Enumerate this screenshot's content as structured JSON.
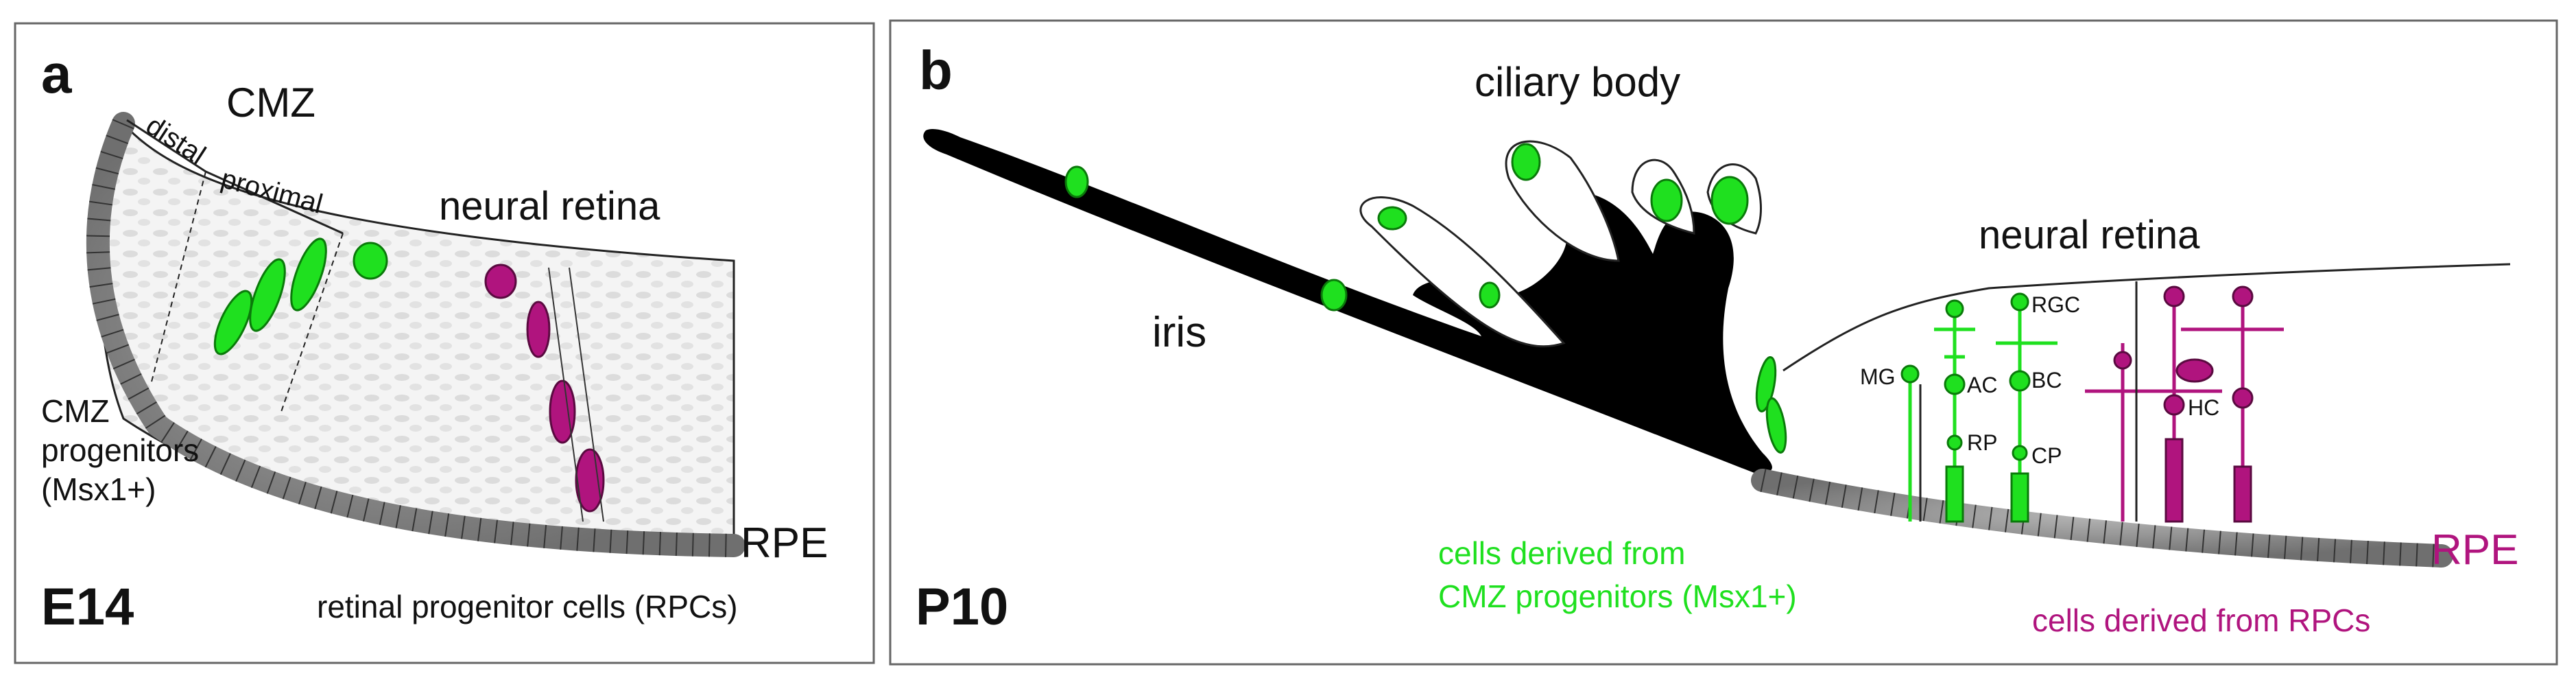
{
  "panel_a": {
    "letter": "a",
    "cmz": "CMZ",
    "distal": "distal",
    "proximal": "proximal",
    "neural_retina": "neural retina",
    "cmz_progenitors_line1": "CMZ",
    "cmz_progenitors_line2": "progenitors",
    "cmz_progenitors_line3": "(Msx1+)",
    "rpe": "RPE",
    "age": "E14",
    "rpcs": "retinal progenitor cells (RPCs)"
  },
  "panel_b": {
    "letter": "b",
    "ciliary_body": "ciliary body",
    "iris": "iris",
    "neural_retina": "neural retina",
    "rpe": "RPE",
    "age": "P10",
    "cmz_derived_line1": "cells derived from",
    "cmz_derived_line2": "CMZ progenitors (Msx1+)",
    "rpc_derived": "cells derived from RPCs",
    "cell_types": {
      "mg": "MG",
      "ac": "AC",
      "rp": "RP",
      "rgc": "RGC",
      "bc": "BC",
      "cp": "CP",
      "hc": "HC"
    }
  },
  "colors": {
    "green": "#1fe01f",
    "magenta": "#b0147e",
    "rpe_gray": "#8a8a8a",
    "outline": "#222222"
  }
}
